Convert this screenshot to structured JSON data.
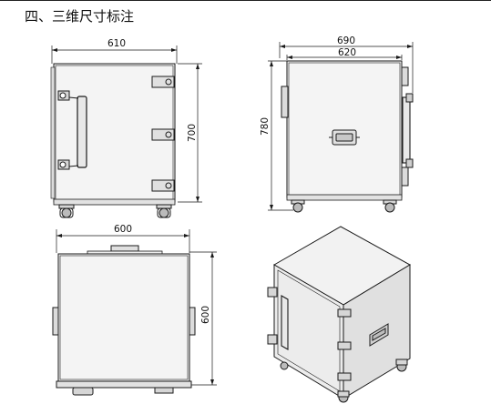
{
  "section_title": "四、三维尺寸标注",
  "views": {
    "front": {
      "width_label": "610",
      "height_label": "700"
    },
    "side": {
      "outer_width_label": "690",
      "inner_width_label": "620",
      "height_label": "780"
    },
    "top": {
      "width_label": "600",
      "depth_label": "600"
    },
    "isometric": {}
  },
  "colors": {
    "line": "#1a1a1a",
    "fill_light": "#f4f4f4",
    "fill_mid": "#e8e8e8",
    "fill_dark": "#d6d6d6"
  }
}
